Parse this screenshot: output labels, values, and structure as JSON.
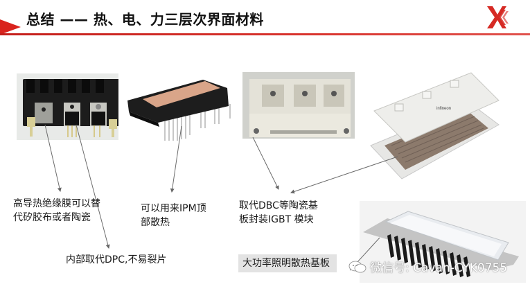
{
  "slide": {
    "title": "总结 —— 热、电、力三层次界面材料",
    "logo_icon": "xk-logo-icon",
    "accent_color": "#d9231d"
  },
  "images": [
    {
      "id": "tim-board",
      "description": "TO-220 devices on black heatsink with insulating pads"
    },
    {
      "id": "ipm-module",
      "description": "IPM module with copper-colored top pad"
    },
    {
      "id": "igbt-module",
      "description": "IGBT power module, 3 terminals"
    },
    {
      "id": "hybrid-pack",
      "description": "Pin-fin IGBT module with baseplate"
    },
    {
      "id": "led-module",
      "description": "High-power LED lighting module with fin heatsink"
    }
  ],
  "labels": {
    "l1_line1": "高导热绝缘膜可以替",
    "l1_line2": "代矽胶布或者陶瓷",
    "l2_line1": "可以用来IPM顶",
    "l2_line2": "部散热",
    "l3_line1": "取代DBC等陶瓷基",
    "l3_line2": "板封装IGBT 模块",
    "l4": "内部取代DPC,不易裂片",
    "l5": "大功率照明散热基板"
  },
  "watermark": {
    "text": "微信号: Cavan-CYK0755",
    "icon": "wechat-icon"
  }
}
